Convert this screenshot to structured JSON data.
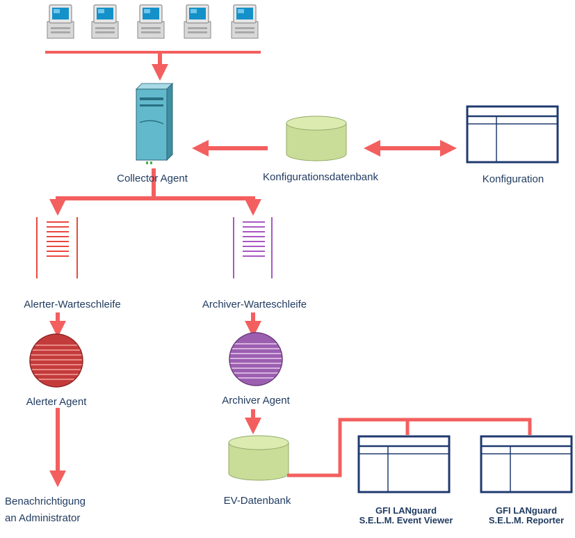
{
  "labels": {
    "collector_agent": "Collector Agent",
    "config_db": "Konfigurationsdatenbank",
    "konfiguration": "Konfiguration",
    "alerter_queue": "Alerter-Warteschleife",
    "archiver_queue": "Archiver-Warteschleife",
    "alerter_agent": "Alerter Agent",
    "archiver_agent": "Archiver Agent",
    "notification_line1": "Benachrichtigung",
    "notification_line2": "an Administrator",
    "ev_db": "EV-Datenbank",
    "event_viewer": "GFI LANguard S.E.L.M. Event Viewer",
    "reporter": "GFI LANguard S.E.L.M. Reporter"
  },
  "icons": {
    "workstation": "workstation-icon",
    "server": "server-tower-icon",
    "database": "database-cylinder-icon",
    "window": "application-window-icon",
    "queue": "queue-icon",
    "agent": "agent-sphere-icon"
  },
  "colors": {
    "arrow": "#f35f5f",
    "label": "#1f3a5f",
    "db_fill": "#c9dd98",
    "window_border": "#1f3a6f",
    "server": "#62b9cc",
    "alerter": "#c43b3b",
    "archiver": "#9c5fb0"
  }
}
